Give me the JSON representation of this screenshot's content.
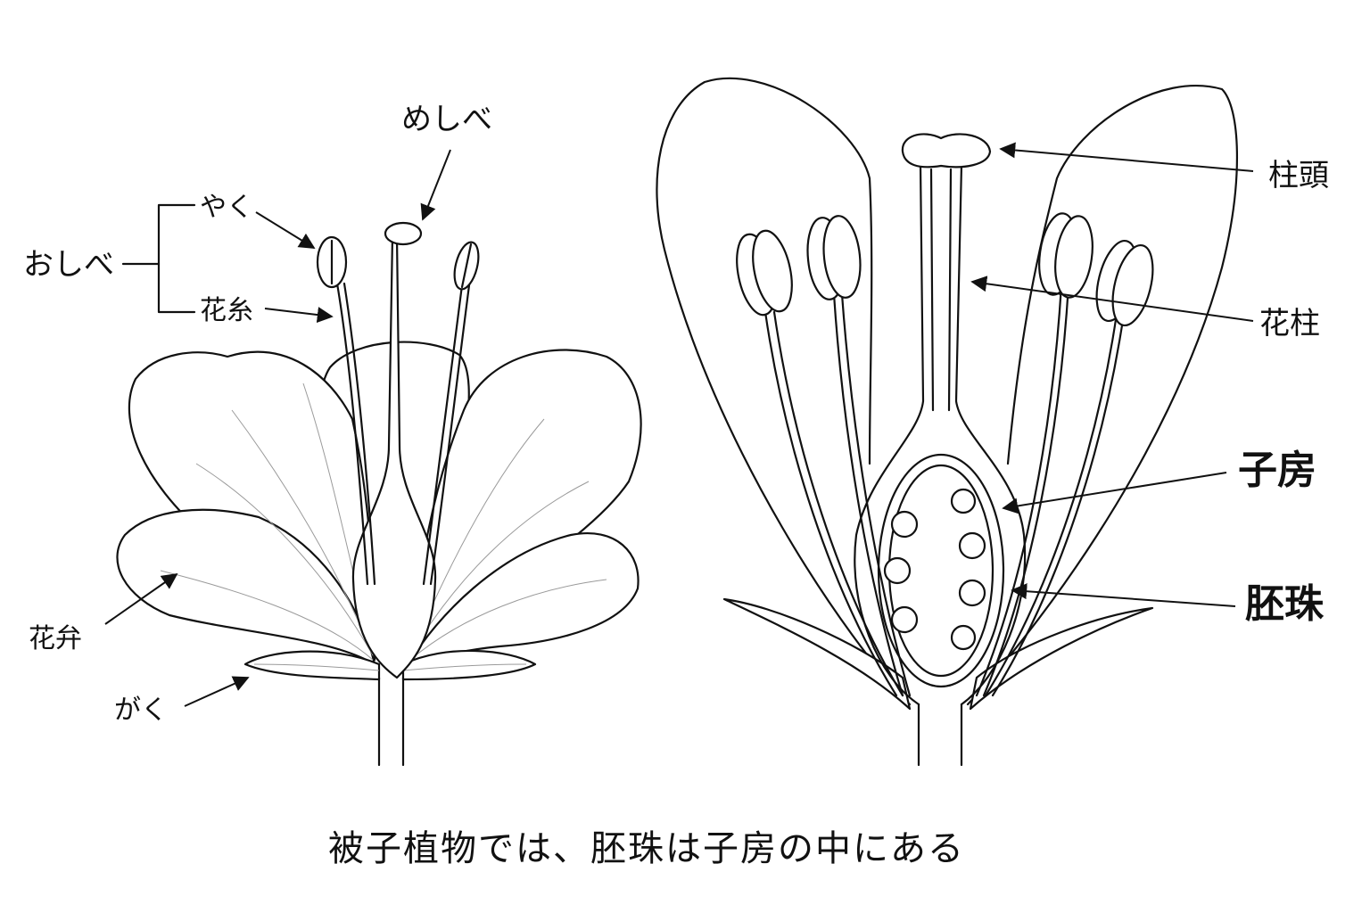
{
  "labels": {
    "meshibe": "めしべ",
    "yaku": "やく",
    "oshibe": "おしべ",
    "kashi": "花糸",
    "kaben": "花弁",
    "gaku": "がく",
    "chuto": "柱頭",
    "kachu": "花柱",
    "shibo": "子房",
    "haishu": "胚珠"
  },
  "caption": "被子植物では、胚珠は子房の中にある",
  "colors": {
    "line": "#111111",
    "background": "#ffffff",
    "vein": "#9a9a9a"
  }
}
